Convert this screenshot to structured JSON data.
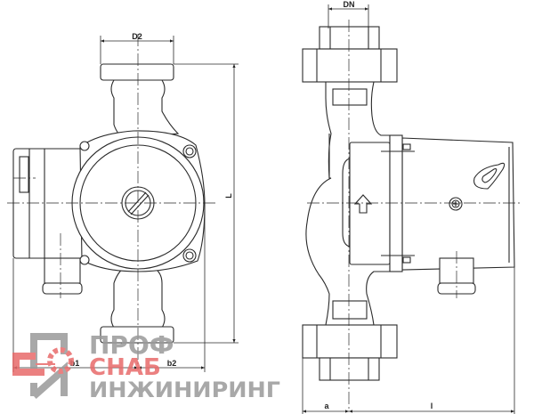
{
  "drawing": {
    "front_view_labels": {
      "d2": "D2",
      "l_height": "L",
      "b1": "b1",
      "b2": "b2"
    },
    "side_view_labels": {
      "dn": "DN",
      "a": "a",
      "l": "l"
    }
  },
  "watermark": {
    "line1": "ПРОФ",
    "line2": "СНАБ",
    "line3": "ИНЖИНИРИНГ",
    "colors": {
      "grey": "#9a9a9a",
      "red": "#e86a6a"
    }
  }
}
